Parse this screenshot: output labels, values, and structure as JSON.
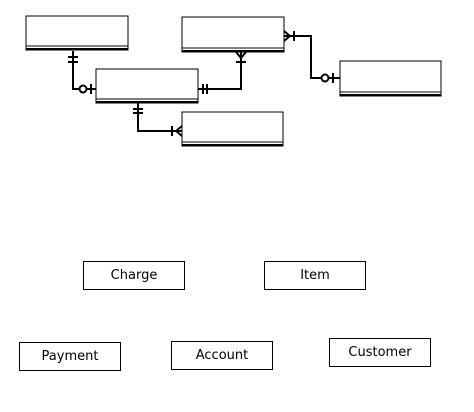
{
  "diagram": {
    "type": "er-diagram-exercise",
    "entity_slots_count": 5,
    "relationships": [
      {
        "from": "slot-top-left",
        "to": "slot-middle",
        "from_end": "one-and-only-one",
        "to_end": "zero-or-one"
      },
      {
        "from": "slot-middle",
        "to": "slot-top-right",
        "from_end": "one-and-only-one",
        "to_end": "one-or-many"
      },
      {
        "from": "slot-middle",
        "to": "slot-bottom",
        "from_end": "one-and-only-one",
        "to_end": "one-or-many"
      },
      {
        "from": "slot-top-right",
        "to": "slot-right",
        "from_end": "one-or-many",
        "to_end": "zero-or-one"
      }
    ],
    "line_color": "#000000",
    "box_border_color": "#000000"
  },
  "labels": {
    "charge": "Charge",
    "item": "Item",
    "payment": "Payment",
    "account": "Account",
    "customer": "Customer"
  }
}
